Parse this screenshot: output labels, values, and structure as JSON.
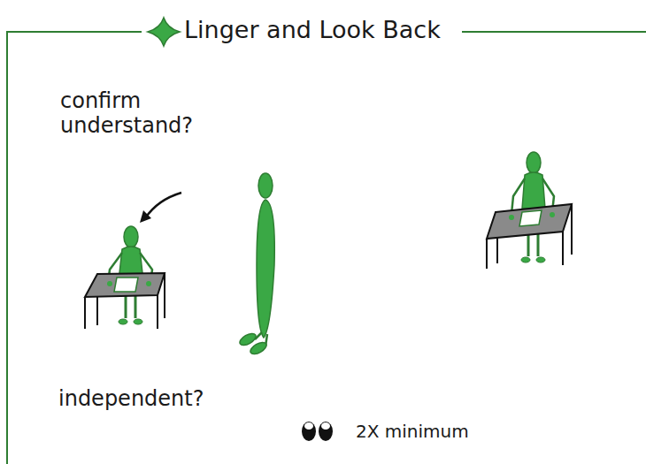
{
  "diagram": {
    "title": "Linger and Look Back",
    "labels": [
      "confirm understand?",
      "independent?",
      "2X minimum"
    ]
  }
}
